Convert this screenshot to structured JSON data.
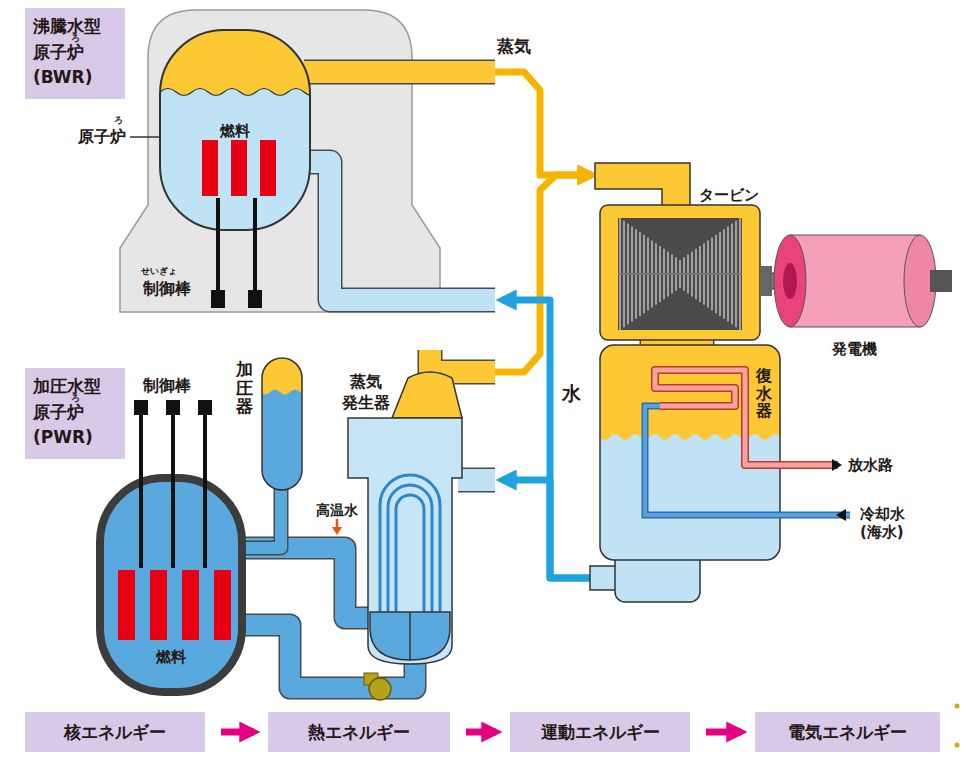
{
  "diagram": {
    "nodes": [
      {
        "text": [
          "沸騰水型 原子炉 (BWR)",
          "ろ"
        ]
      },
      {
        "text": [
          "燃料"
        ]
      },
      {
        "text": [
          "加圧水型 原子炉 (PWR)",
          "ろ"
        ]
      },
      {
        "text": [
          "燃料"
        ]
      },
      {
        "text": [
          "加圧器"
        ]
      },
      {
        "text": [
          "蒸気 発生器"
        ]
      },
      {
        "text": [
          "タービン"
        ]
      },
      {
        "text": [
          "発電機"
        ]
      },
      {
        "text": [
          "復水器"
        ]
      },
      {
        "text": [
          "核エネルギー"
        ]
      },
      {
        "text": [
          "熱エネルギー"
        ]
      },
      {
        "text": [
          "運動エネルギー"
        ]
      },
      {
        "text": [
          "電気エネルギー"
        ]
      }
    ],
    "edges": [
      {
        "from": 1,
        "to": 6,
        "arrow": "to",
        "label": "蒸気"
      },
      {
        "from": 5,
        "to": 6,
        "arrow": "to"
      },
      {
        "from": 8,
        "to": 1,
        "arrow": "to",
        "label": "水"
      },
      {
        "from": 8,
        "to": 5,
        "arrow": "to"
      },
      {
        "from": 3,
        "to": 5,
        "arrow": "none",
        "label": "高温水"
      },
      {
        "from": 5,
        "to": 3,
        "arrow": "none"
      },
      {
        "from": 4,
        "to": 3,
        "arrow": "none"
      },
      {
        "from": 6,
        "to": 7,
        "arrow": "none"
      },
      {
        "from": 6,
        "to": 8,
        "arrow": "none"
      },
      {
        "from": 9,
        "to": 10,
        "arrow": "to"
      },
      {
        "from": 10,
        "to": 11,
        "arrow": "to"
      },
      {
        "from": 11,
        "to": 12,
        "arrow": "to"
      }
    ],
    "labels": [
      "ろ",
      "原子炉",
      "せいぎょ",
      "制御棒",
      "制御棒",
      "放水路",
      "冷却水 (海水)"
    ]
  }
}
